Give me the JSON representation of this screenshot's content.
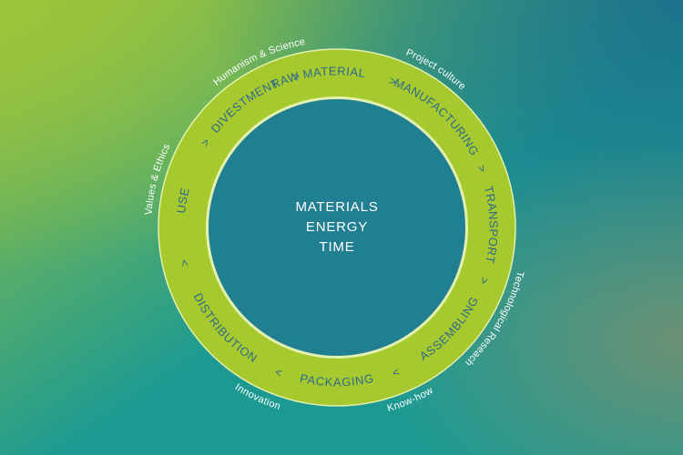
{
  "diagram": {
    "center_lines": [
      "MATERIALS",
      "ENERGY",
      "TIME"
    ],
    "ring_stages": [
      "RAW MATERIAL",
      "MANUFACTURING",
      "TRANSPORT",
      "ASSEMBLING",
      "PACKAGING",
      "DISTRIBUTION",
      "USE",
      "DIVESTMENT"
    ],
    "separator": ">",
    "outer_labels": [
      "Humanism & Science",
      "Project culture",
      "Technological Reseach",
      "Know-how",
      "Innovation",
      "Values & Ethics"
    ]
  },
  "colors": {
    "background_top_left": "#9cc43a",
    "background_mid": "#1c9a92",
    "background_top_right": "#1b6e8c",
    "background_bottom_right": "#7a8f6e",
    "ring_fill": "#a6c92e",
    "ring_border": "#e4f0b0",
    "inner_circle": "#217f92",
    "ring_text": "#2f6a8a",
    "light_text": "#ffffff"
  }
}
